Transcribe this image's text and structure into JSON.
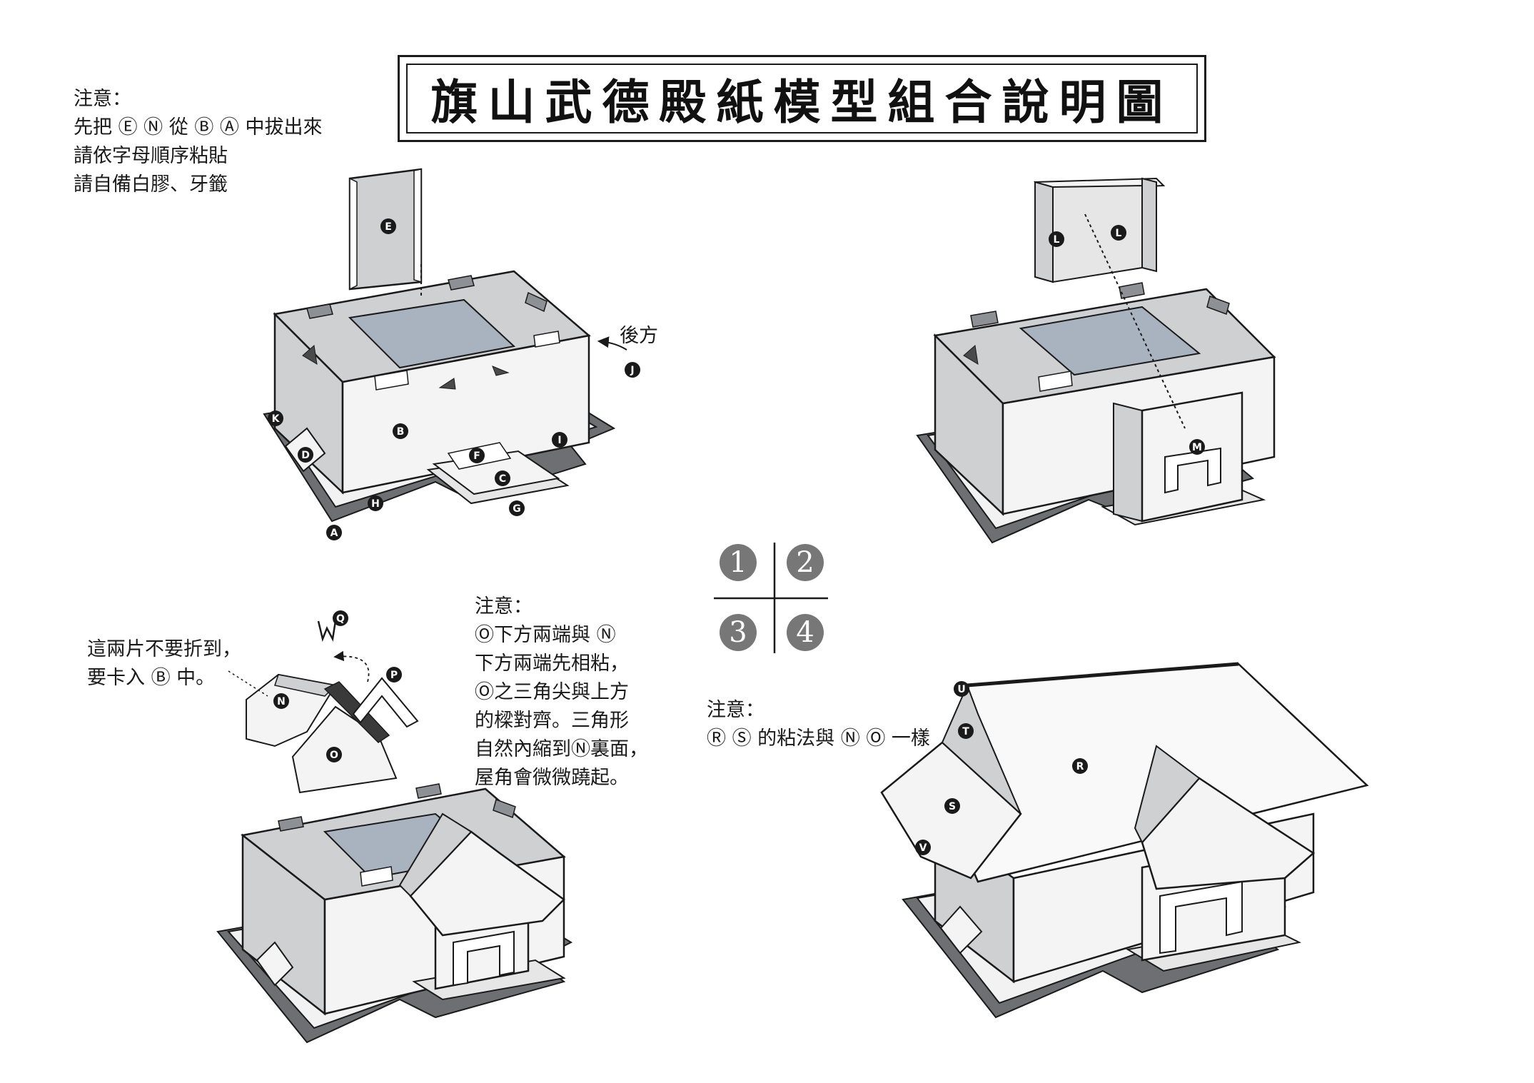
{
  "title": "旗山武德殿紙模型組合說明圖",
  "notes": {
    "top_left": {
      "line1": "注意：",
      "line2": "先把 Ⓔ Ⓝ 從 Ⓑ Ⓐ  中拔出來",
      "line3": "請依字母順序粘貼",
      "line4": "請自備白膠、牙籤"
    },
    "middle_left": {
      "line1": "這兩片不要折到，",
      "line2": "要卡入 Ⓑ 中。"
    },
    "middle": {
      "line1": "注意：",
      "line2": "Ⓞ下方兩端與 Ⓝ",
      "line3": "下方兩端先相粘，",
      "line4": "Ⓞ之三角尖與上方",
      "line5": "的樑對齊。三角形",
      "line6": "自然內縮到Ⓝ裏面，",
      "line7": "屋角會微微蹺起。"
    },
    "bottom_right": {
      "line1": "注意：",
      "line2": "Ⓡ Ⓢ 的粘法與 Ⓝ Ⓞ 一樣"
    }
  },
  "rear_label": "後方",
  "steps": [
    "1",
    "2",
    "3",
    "4"
  ],
  "part_labels": {
    "step1": [
      "E",
      "J",
      "K",
      "B",
      "I",
      "D",
      "F",
      "C",
      "H",
      "G",
      "A"
    ],
    "step2": [
      "L",
      "L",
      "M"
    ],
    "step3": [
      "Q",
      "P",
      "N",
      "O"
    ],
    "step4": [
      "U",
      "T",
      "R",
      "S",
      "V"
    ]
  },
  "colors": {
    "line": "#1a1a1a",
    "base_dark": "#6d6f72",
    "wall_side": "#cfd0d2",
    "wall_front": "#f4f4f4",
    "window_fill": "#a9b2bf",
    "tab_fill": "#8d9196",
    "step_circle": "#777777",
    "label_circle": "#1a1a1a"
  }
}
